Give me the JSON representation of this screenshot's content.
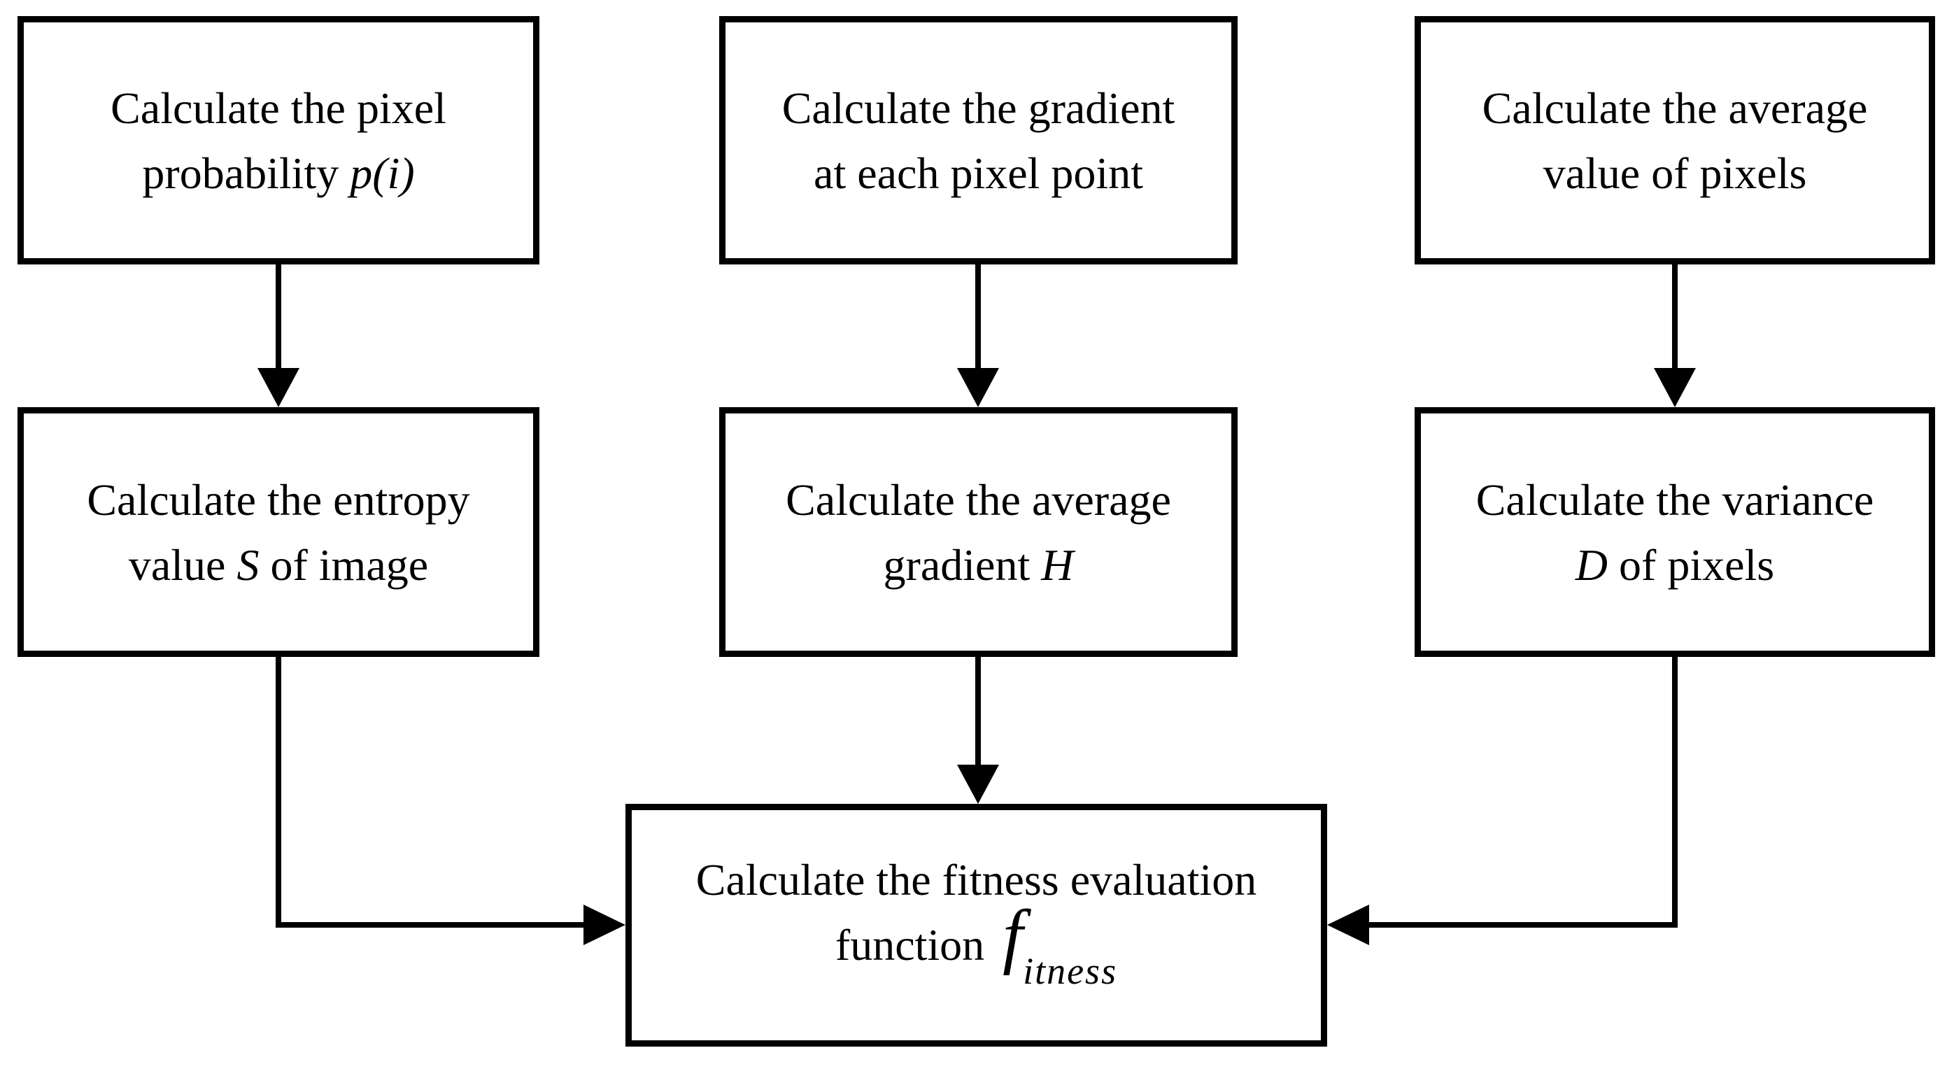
{
  "figure": {
    "type": "flowchart",
    "background_color": "#ffffff",
    "line_color": "#000000",
    "boxes": {
      "pixel_probability": {
        "line1": "Calculate the pixel",
        "line2_pre": "probability ",
        "line2_var": "p(i)",
        "line2_post": ""
      },
      "gradient_each_pixel": {
        "line1": "Calculate the gradient",
        "line2": "at each pixel point"
      },
      "average_value": {
        "line1": "Calculate the average",
        "line2": "value of pixels"
      },
      "entropy_value": {
        "line1": "Calculate the entropy",
        "line2_pre": "value ",
        "line2_var": "S",
        "line2_post": " of image"
      },
      "average_gradient": {
        "line1": "Calculate the average",
        "line2_pre": "gradient ",
        "line2_var": "H",
        "line2_post": ""
      },
      "variance": {
        "line1": "Calculate the variance",
        "line2_pre": "",
        "line2_var": "D",
        "line2_post": " of pixels"
      },
      "fitness_function": {
        "line1": "Calculate the fitness evaluation",
        "line2_pre": "function ",
        "line2_var": "f",
        "line2_sub": "itness"
      }
    },
    "connectors": [
      {
        "from": "pixel_probability",
        "to": "entropy_value",
        "style": "straight-down"
      },
      {
        "from": "gradient_each_pixel",
        "to": "average_gradient",
        "style": "straight-down"
      },
      {
        "from": "average_value",
        "to": "variance",
        "style": "straight-down"
      },
      {
        "from": "entropy_value",
        "to": "fitness_function",
        "style": "elbow-right-into-left-side"
      },
      {
        "from": "average_gradient",
        "to": "fitness_function",
        "style": "straight-down"
      },
      {
        "from": "variance",
        "to": "fitness_function",
        "style": "elbow-left-into-right-side"
      }
    ]
  }
}
